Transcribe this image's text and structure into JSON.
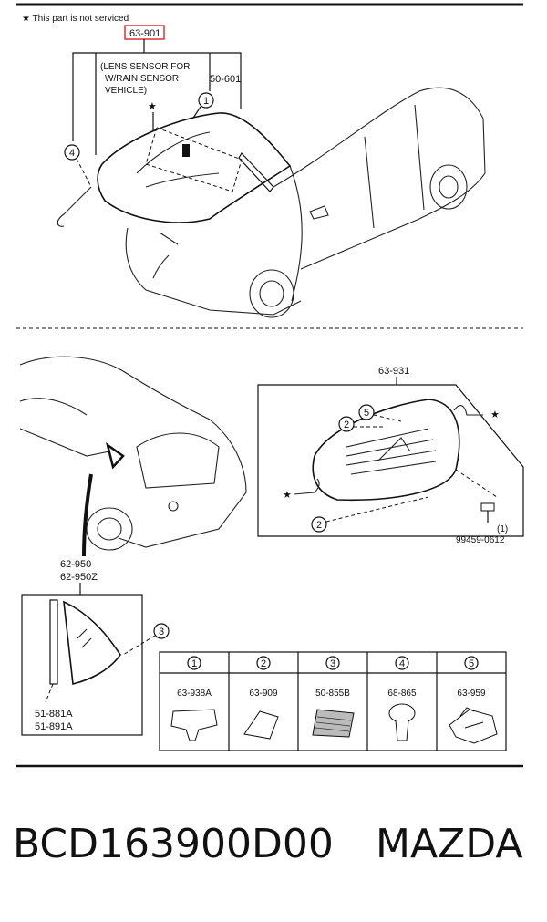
{
  "notice": "★ This part is not serviced",
  "top_section": {
    "windshield_part": "63-901",
    "lens_sensor_note": [
      "(LENS SENSOR FOR",
      "W/RAIN SENSOR",
      "VEHICLE)"
    ],
    "molding_part": "50-601",
    "callouts": [
      "1",
      "4"
    ]
  },
  "rear_section": {
    "rear_glass_part": "63-931",
    "bolt_part": "99459-0612",
    "bolt_qty": "(1)",
    "callouts": [
      "5",
      "2",
      "2"
    ]
  },
  "quarter_section": {
    "quarter_glass_parts": [
      "62-950",
      "62-950Z"
    ],
    "seal_parts": [
      "51-881A",
      "51-891A"
    ],
    "callout": "3"
  },
  "parts_table": {
    "columns": [
      {
        "num": "1",
        "part": "63-938A"
      },
      {
        "num": "2",
        "part": "63-909"
      },
      {
        "num": "3",
        "part": "50-855B"
      },
      {
        "num": "4",
        "part": "68-865"
      },
      {
        "num": "5",
        "part": "63-959"
      }
    ]
  },
  "footer": {
    "part_number": "BCD163900D00",
    "brand": "MAZDA"
  },
  "colors": {
    "highlight_box": "#e0303a",
    "ink": "#111111"
  }
}
